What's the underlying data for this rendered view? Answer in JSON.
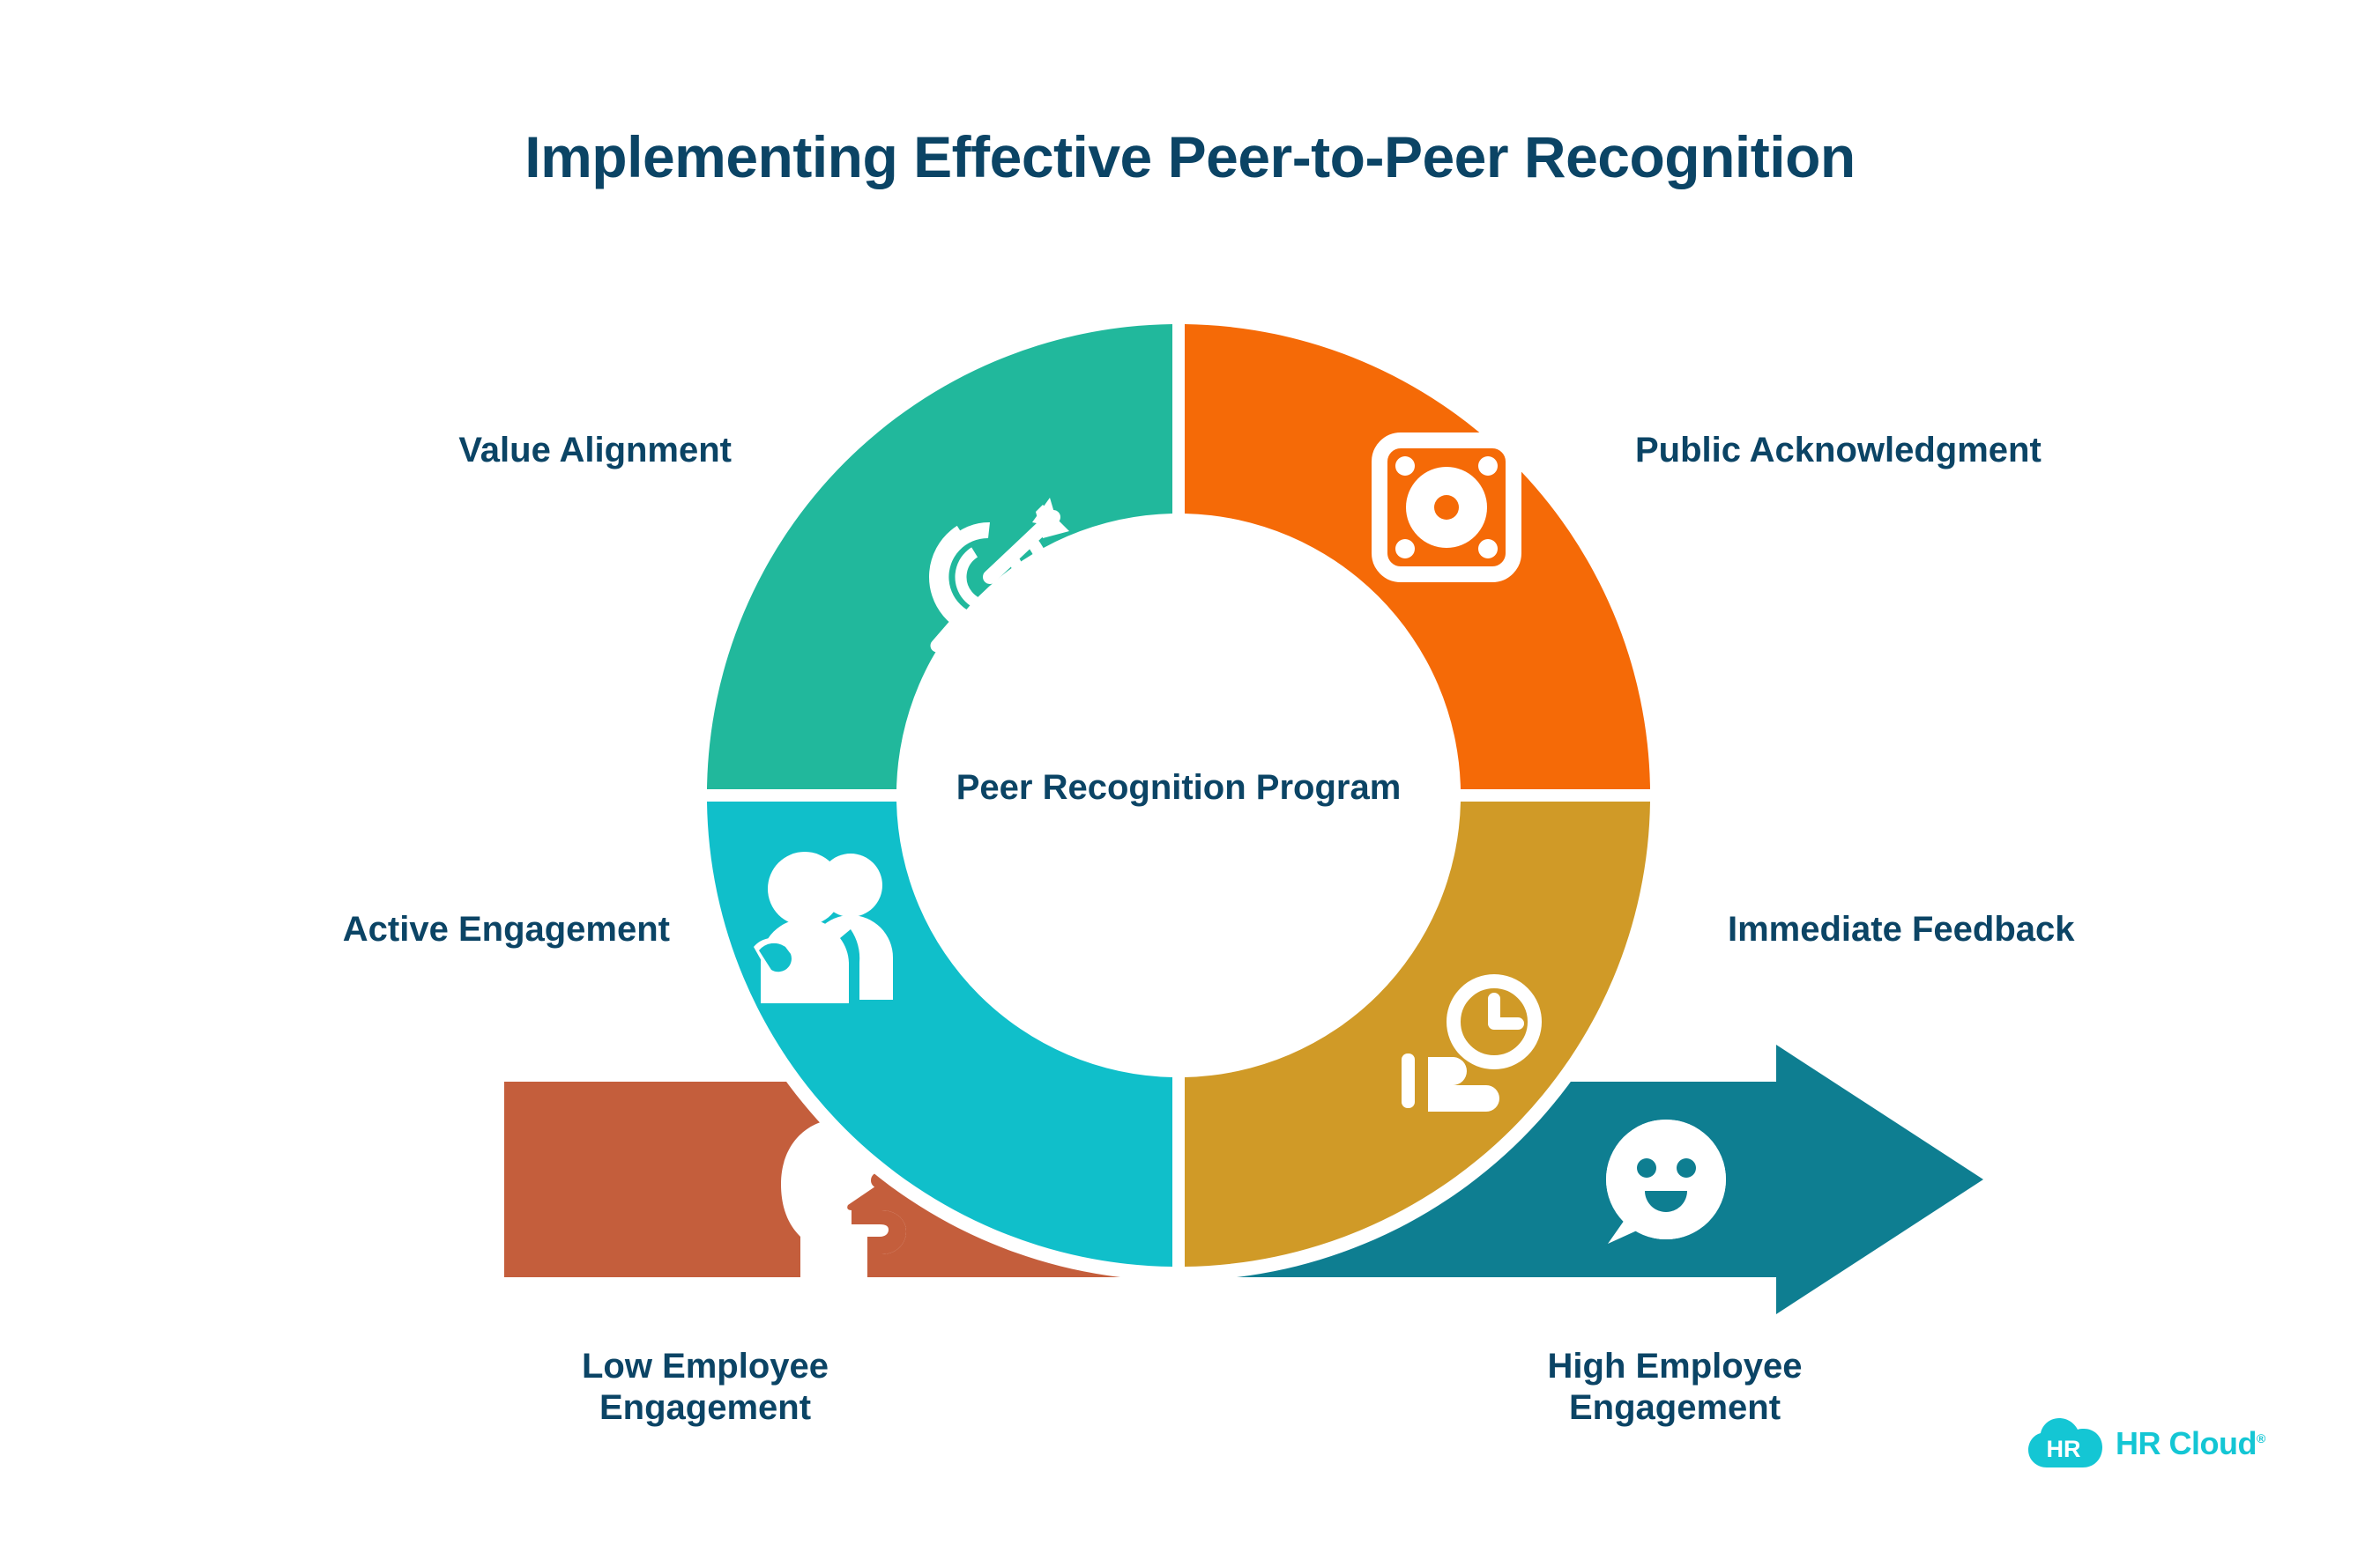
{
  "title": "Implementing Effective Peer-to-Peer Recognition",
  "center": {
    "label": "Peer Recognition Program"
  },
  "segments": [
    {
      "id": "value-alignment",
      "label": "Value Alignment",
      "color": "#21b89c",
      "icon": "target-arrow-icon",
      "position": "top-left"
    },
    {
      "id": "public-acknowledgment",
      "label": "Public Acknowledgment",
      "color": "#f56a07",
      "icon": "megaphone-plate-icon",
      "position": "top-right"
    },
    {
      "id": "immediate-feedback",
      "label": "Immediate Feedback",
      "color": "#d09a27",
      "icon": "clock-hand-icon",
      "position": "bottom-right"
    },
    {
      "id": "active-engagement",
      "label": "Active Engagement",
      "color": "#10bfca",
      "icon": "people-group-icon",
      "position": "bottom-left"
    }
  ],
  "arrow": {
    "left": {
      "id": "low-employee-engagement",
      "label_line1": "Low Employee",
      "label_line2": "Engagement",
      "color": "#c45e3c",
      "icon": "speaking-head-icon"
    },
    "right": {
      "id": "high-employee-engagement",
      "label_line1": "High Employee",
      "label_line2": "Engagement",
      "color": "#0e7e91",
      "icon": "smiling-speech-bubble-icon"
    }
  },
  "logo": {
    "mark_text": "HR",
    "word": "HR Cloud",
    "trademark": "®",
    "color": "#14c6d4"
  },
  "colors": {
    "navy_text": "#0b4465",
    "background": "#ffffff",
    "teal": "#21b89c",
    "orange": "#f56a07",
    "gold": "#d09a27",
    "cyan": "#10bfca",
    "rust": "#c45e3c",
    "dark_teal": "#0e7e91"
  },
  "chart_data": {
    "type": "pie",
    "title": "Implementing Effective Peer-to-Peer Recognition",
    "center_label": "Peer Recognition Program",
    "categories": [
      "Value Alignment",
      "Public Acknowledgment",
      "Immediate Feedback",
      "Active Engagement"
    ],
    "values": [
      25,
      25,
      25,
      25
    ],
    "colors": [
      "#21b89c",
      "#f56a07",
      "#d09a27",
      "#10bfca"
    ],
    "legend": "inline-labels",
    "annotations": [
      "Low Employee Engagement",
      "High Employee Engagement"
    ]
  }
}
